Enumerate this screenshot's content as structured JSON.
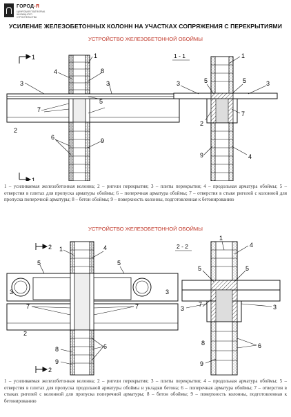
{
  "logo": {
    "name_main": "ГОРОД",
    "name_accent": "-Я",
    "subtitle": "ЦИФРОВАЯ ПЛАТФОРМА ЖИЛИЩНОГО СТРОИТЕЛЬСТВА"
  },
  "header": {
    "title": "УСИЛЕНИЕ ЖЕЛЕЗОБЕТОННЫХ КОЛОНН НА УЧАСТКАХ СОПРЯЖЕНИЯ С ПЕРЕКРЫТИЯМИ"
  },
  "section1": {
    "subtitle": "УСТРОЙСТВО ЖЕЛЕЗОБЕТОННОЙ ОБОЙМЫ",
    "section_mark": "1",
    "section_label": "1 - 1",
    "labels": [
      "1",
      "2",
      "3",
      "4",
      "5",
      "6",
      "7",
      "8",
      "9"
    ],
    "caption": "1 – усиливаемая железобетонная колонна; 2 – ригели перекрытия; 3 – плиты перекрытия; 4 – продольная арматура обоймы; 5 – отверстия в плитах для пропуска арматуры обоймы; 6 – поперечная арматура обоймы; 7 – отверстия в стыке ригелей с колонной для пропуска поперечной арматуры; 8 – бетон обоймы; 9 – поверхность колонны, подготовленная к бетонированию"
  },
  "section2": {
    "subtitle": "УСТРОЙСТВО ЖЕЛЕЗОБЕТОННОЙ ОБОЙМЫ",
    "section_mark": "2",
    "section_label": "2 - 2",
    "labels": [
      "1",
      "2",
      "3",
      "4",
      "5",
      "6",
      "7",
      "8",
      "9"
    ],
    "caption": "1 – усиливаемая железобетонная колонна; 2 – ригели перекрытия; 3 – плиты перекрытия; 4 – продольная арматура обоймы; 5 – отверстия в плитах для пропуска продольной арматуры обоймы и укладки бетона; 6 – поперечная арматура обоймы; 7 – отверстия в стыках ригелей с колонной для пропуска поперечной арматуры; 8 – бетон обоймы; 9 – поверхность колонны, подготовленная к бетонированию"
  }
}
